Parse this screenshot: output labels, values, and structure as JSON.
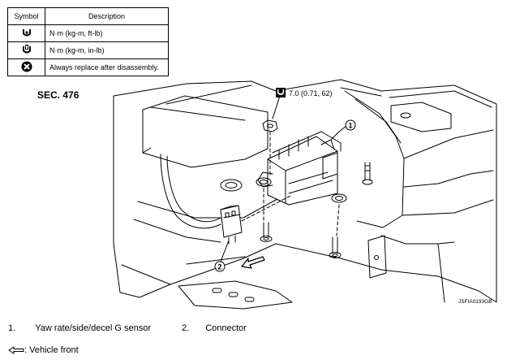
{
  "table": {
    "header_symbol": "Symbol",
    "header_description": "Description",
    "rows": [
      {
        "icon": "torque-wrench-icon",
        "description": "N·m (kg-m, ft-lb)"
      },
      {
        "icon": "torque-wrench-small-icon",
        "description": "N·m (kg-m, in-lb)"
      },
      {
        "icon": "replace-x-icon",
        "description": "Always replace after disassembly."
      }
    ]
  },
  "section_label": "SEC. 476",
  "torque_spec": "7.0 (0.71, 62)",
  "callouts": [
    "1",
    "2"
  ],
  "image_code": "JSFIA0193GB",
  "legend": [
    {
      "number": "1.",
      "text": "Yaw rate/side/decel G sensor"
    },
    {
      "number": "2.",
      "text": "Connector"
    }
  ],
  "front_note": ": Vehicle front"
}
